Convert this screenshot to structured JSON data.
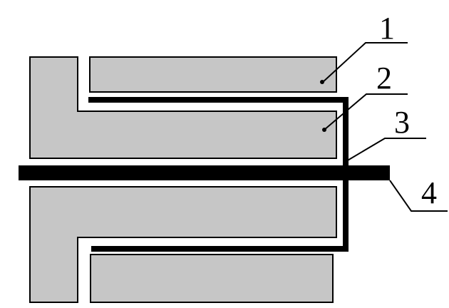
{
  "diagram": {
    "labels": {
      "one": "1",
      "two": "2",
      "three": "3",
      "four": "4"
    },
    "colors": {
      "block_fill": "#c6c6c6",
      "outline": "#000000",
      "background": "#ffffff"
    }
  }
}
